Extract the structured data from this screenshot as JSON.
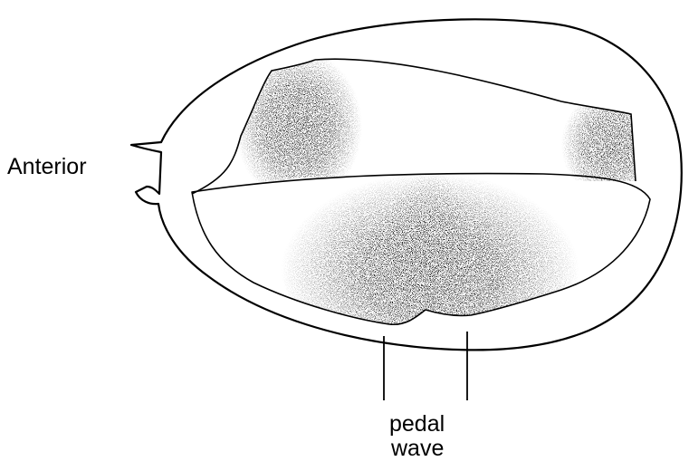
{
  "labels": {
    "anterior": "Anterior",
    "pedal_line1": "pedal",
    "pedal_line2": "wave"
  },
  "colors": {
    "ink": "#000000",
    "paper": "#ffffff"
  }
}
